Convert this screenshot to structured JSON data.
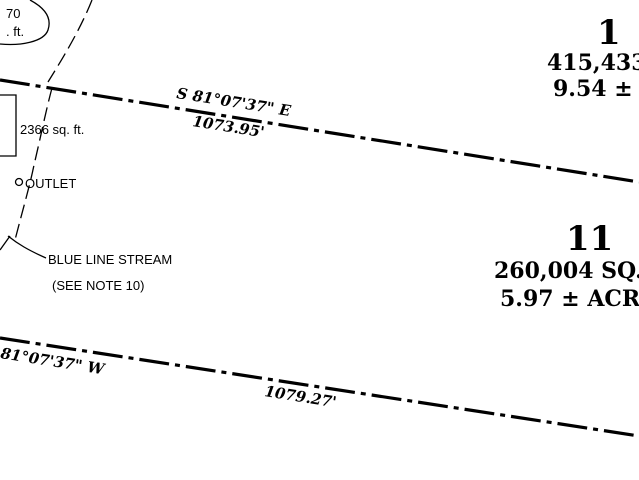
{
  "top_left_label": {
    "line1": "70",
    "line2": ". ft."
  },
  "lot_upper": {
    "number": "1",
    "area_sqft": "415,433",
    "area_acres": "9.54 ± ."
  },
  "lot_11": {
    "number": "11",
    "area_sqft": "260,004 SQ.",
    "area_acres": "5.97 ± ACR"
  },
  "upper_boundary": {
    "bearing": "S 81°07'37\" E",
    "distance": "1073.95'"
  },
  "lower_boundary": {
    "bearing": "81°07'37\" W",
    "distance": "1079.27'"
  },
  "structure": {
    "area": "2366 sq. ft."
  },
  "outlet": {
    "label": "OUTLET"
  },
  "stream": {
    "label": "BLUE LINE STREAM",
    "note": "(SEE NOTE 10)"
  }
}
